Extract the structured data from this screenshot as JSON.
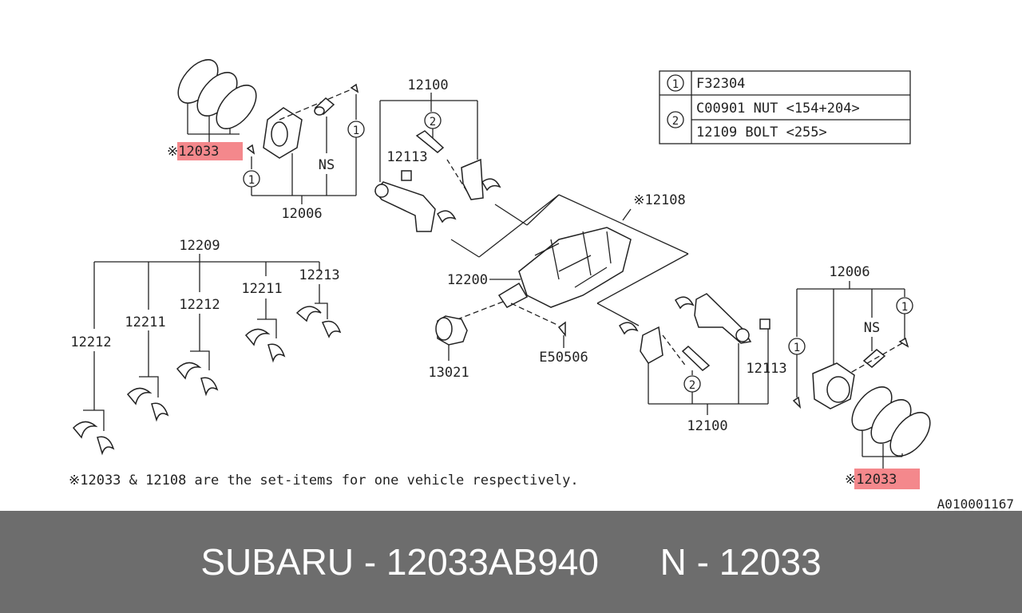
{
  "diagram": {
    "legend": {
      "ref1_no": "1",
      "ref1_text": "F32304",
      "ref2_no": "2",
      "ref2_row1": "C00901 NUT <154+204>",
      "ref2_row2": "12109  BOLT <255>"
    },
    "labels": {
      "l12100_top": "12100",
      "l12113_top": "12113",
      "l12108": "※12108",
      "l12006_left": "12006",
      "l12033_left": "※12033",
      "ns_left": "NS",
      "l12209": "12209",
      "l12213": "12213",
      "l12211_r": "12211",
      "l12212_m": "12212",
      "l12211_l": "12211",
      "l12212_l": "12212",
      "l12200": "12200",
      "l13021": "13021",
      "lE50506": "E50506",
      "l12006_right": "12006",
      "ns_right": "NS",
      "l12113_bottom": "12113",
      "l12100_bottom": "12100",
      "l12033_right": "※12033",
      "circle1": "1",
      "circle2": "2"
    },
    "note": "※12033 & 12108 are the set-items for one vehicle respectively.",
    "diagram_code": "A010001167",
    "highlight_color": "#f4888c"
  },
  "footer": {
    "brand_part": "SUBARU - 12033AB940",
    "ref": "N - 12033"
  }
}
